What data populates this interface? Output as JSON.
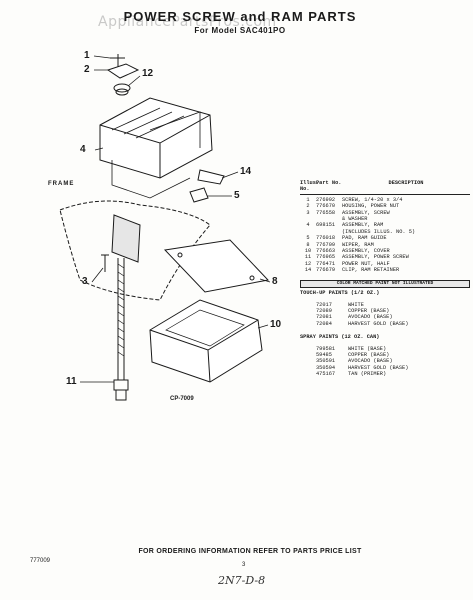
{
  "header": {
    "title": "POWER SCREW and RAM PARTS",
    "subtitle": "For Model SAC401PO",
    "watermark": "AppliancePartsPros.com"
  },
  "diagram": {
    "callouts": [
      "1",
      "2",
      "12",
      "4",
      "14",
      "5",
      "3",
      "8",
      "10",
      "11"
    ],
    "frame_label": "FRAME",
    "figure_id": "CP-7009"
  },
  "parts_list": {
    "col_illus": "Illus. No.",
    "col_part": "Part No.",
    "col_desc": "DESCRIPTION",
    "rows": [
      {
        "n": "1",
        "p": "276992",
        "d": "SCREW, 1/4-20 x 3/4"
      },
      {
        "n": "2",
        "p": "776670",
        "d": "HOUSING, POWER NUT"
      },
      {
        "n": "3",
        "p": "776558",
        "d": "ASSEMBLY, SCREW"
      },
      {
        "n": "",
        "p": "",
        "d": "& WASHER"
      },
      {
        "n": "4",
        "p": "698151",
        "d": "ASSEMBLY, RAM"
      },
      {
        "n": "",
        "p": "",
        "d": "(INCLUDES ILLUS. NO. 5)"
      },
      {
        "n": "5",
        "p": "776018",
        "d": "PAD, RAM GUIDE"
      },
      {
        "n": "8",
        "p": "776709",
        "d": "WIPER, RAM"
      },
      {
        "n": "10",
        "p": "776663",
        "d": "ASSEMBLY, COVER"
      },
      {
        "n": "11",
        "p": "776965",
        "d": "ASSEMBLY, POWER SCREW"
      },
      {
        "n": "12",
        "p": "776471",
        "d": "POWER NUT, HALF"
      },
      {
        "n": "14",
        "p": "776679",
        "d": "CLIP, RAM RETAINER"
      }
    ],
    "banner": "COLOR MATCHED PAINT NOT ILLUSTRATED",
    "touchup_title": "TOUCH-UP PAINTS (1/2 OZ.)",
    "touchup": [
      {
        "p": "72017",
        "d": "WHITE"
      },
      {
        "p": "72089",
        "d": "COPPER (BASE)"
      },
      {
        "p": "72081",
        "d": "AVOCADO (BASE)"
      },
      {
        "p": "72084",
        "d": "HARVEST GOLD (BASE)"
      }
    ],
    "spray_title": "SPRAY PAINTS (12 OZ. CAN)",
    "spray": [
      {
        "p": "799581",
        "d": "WHITE (BASE)"
      },
      {
        "p": "59485",
        "d": "COPPER (BASE)"
      },
      {
        "p": "350591",
        "d": "AVOCADO (BASE)"
      },
      {
        "p": "350594",
        "d": "HARVEST GOLD (BASE)"
      },
      {
        "p": "475167",
        "d": "TAN (PRIMER)"
      }
    ]
  },
  "footer": {
    "ordering": "FOR ORDERING INFORMATION REFER TO PARTS PRICE LIST",
    "doc_number": "777009",
    "page": "3",
    "handwritten": "2N7-D-8"
  },
  "colors": {
    "ink": "#1a1a1a",
    "paper": "#fdfdfb",
    "watermark": "#b8b8b8"
  }
}
